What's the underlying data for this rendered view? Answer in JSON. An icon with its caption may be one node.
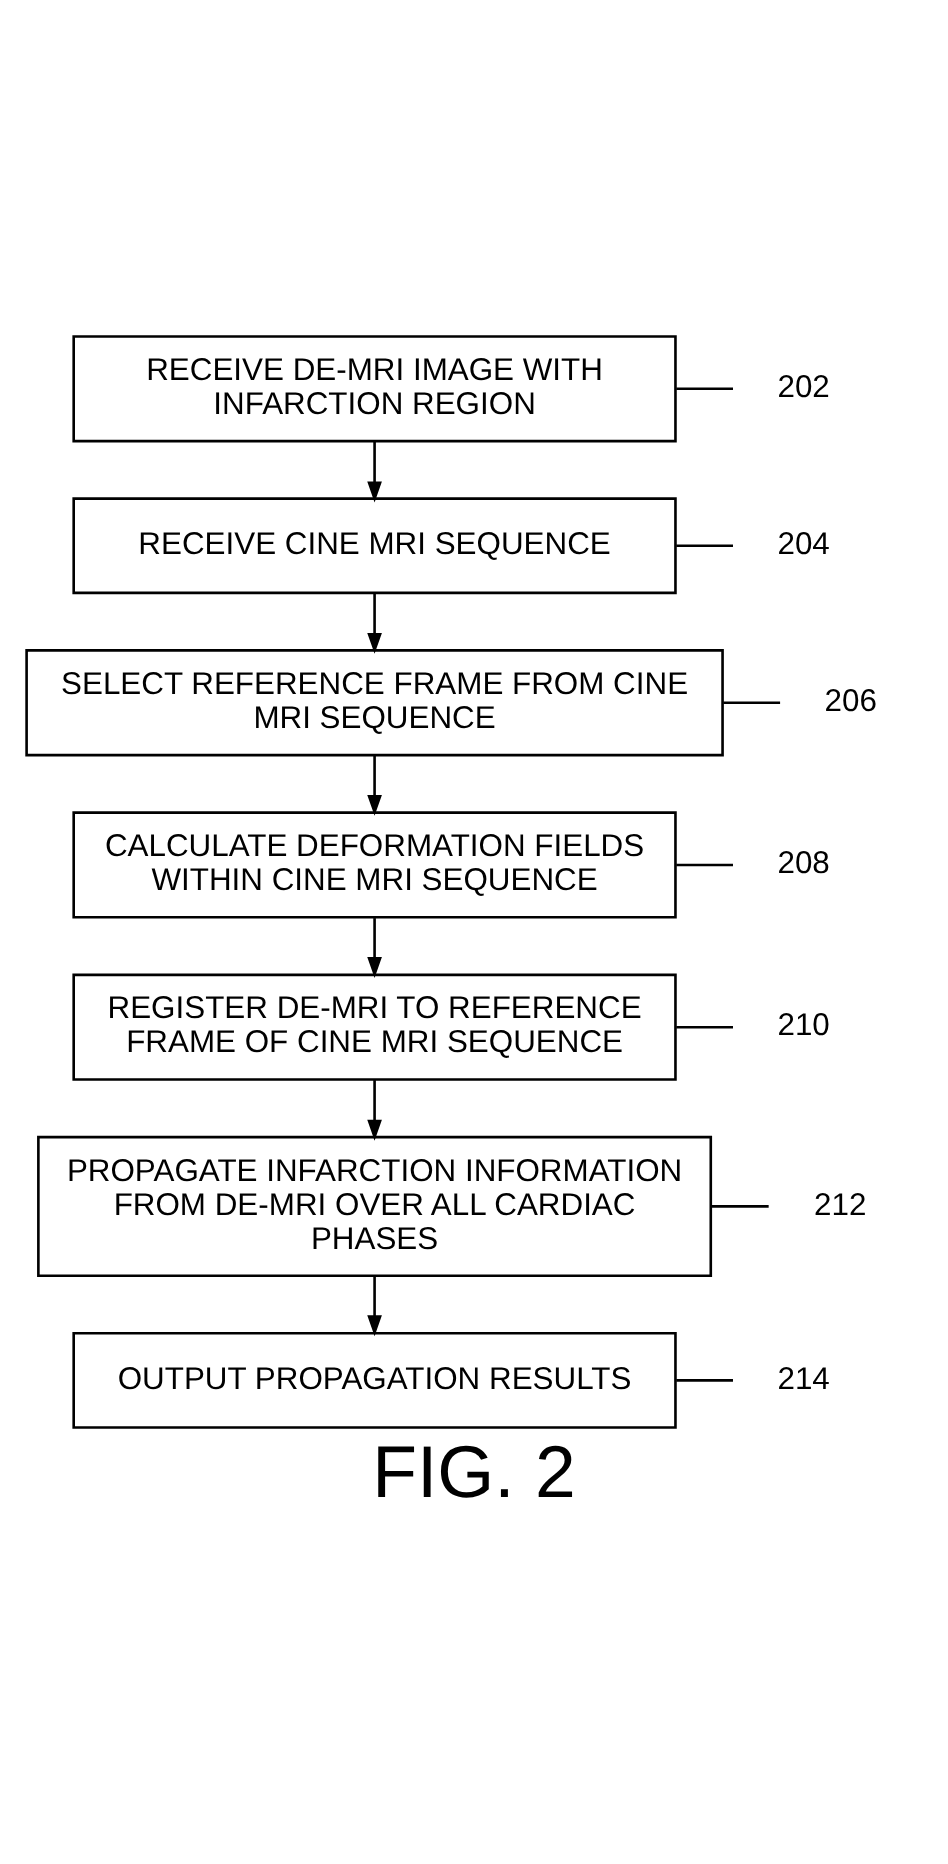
{
  "diagram": {
    "caption": "FIG. 2",
    "nodes": [
      {
        "text": [
          "RECEIVE DE-MRI IMAGE WITH INFARCTION REGION"
        ]
      },
      {
        "text": [
          "RECEIVE CINE MRI SEQUENCE"
        ]
      },
      {
        "text": [
          "SELECT REFERENCE FRAME FROM CINE MRI SEQUENCE"
        ]
      },
      {
        "text": [
          "CALCULATE DEFORMATION FIELDS WITHIN CINE MRI SEQUENCE"
        ]
      },
      {
        "text": [
          "REGISTER DE-MRI TO REFERENCE FRAME OF CINE MRI SEQUENCE"
        ]
      },
      {
        "text": [
          "PROPAGATE INFARCTION INFORMATION FROM DE-MRI OVER ALL CARDIAC PHASES"
        ]
      },
      {
        "text": [
          "OUTPUT PROPAGATION RESULTS"
        ]
      },
      {
        "text": [
          "202"
        ]
      },
      {
        "text": [
          "204"
        ]
      },
      {
        "text": [
          "206"
        ]
      },
      {
        "text": [
          "208"
        ]
      },
      {
        "text": [
          "210"
        ]
      },
      {
        "text": [
          "212"
        ]
      },
      {
        "text": [
          "214"
        ]
      }
    ],
    "edges": [
      {
        "from": 0,
        "to": 1,
        "arrow": "to"
      },
      {
        "from": 1,
        "to": 2,
        "arrow": "to"
      },
      {
        "from": 2,
        "to": 3,
        "arrow": "to"
      },
      {
        "from": 3,
        "to": 4,
        "arrow": "to"
      },
      {
        "from": 4,
        "to": 5,
        "arrow": "to"
      },
      {
        "from": 5,
        "to": 6,
        "arrow": "to"
      },
      {
        "from": 7,
        "to": 0,
        "arrow": "none"
      },
      {
        "from": 8,
        "to": 1,
        "arrow": "none"
      },
      {
        "from": 9,
        "to": 2,
        "arrow": "none"
      },
      {
        "from": 10,
        "to": 3,
        "arrow": "none"
      },
      {
        "from": 11,
        "to": 4,
        "arrow": "none"
      },
      {
        "from": 12,
        "to": 5,
        "arrow": "none"
      },
      {
        "from": 13,
        "to": 6,
        "arrow": "none"
      }
    ]
  }
}
